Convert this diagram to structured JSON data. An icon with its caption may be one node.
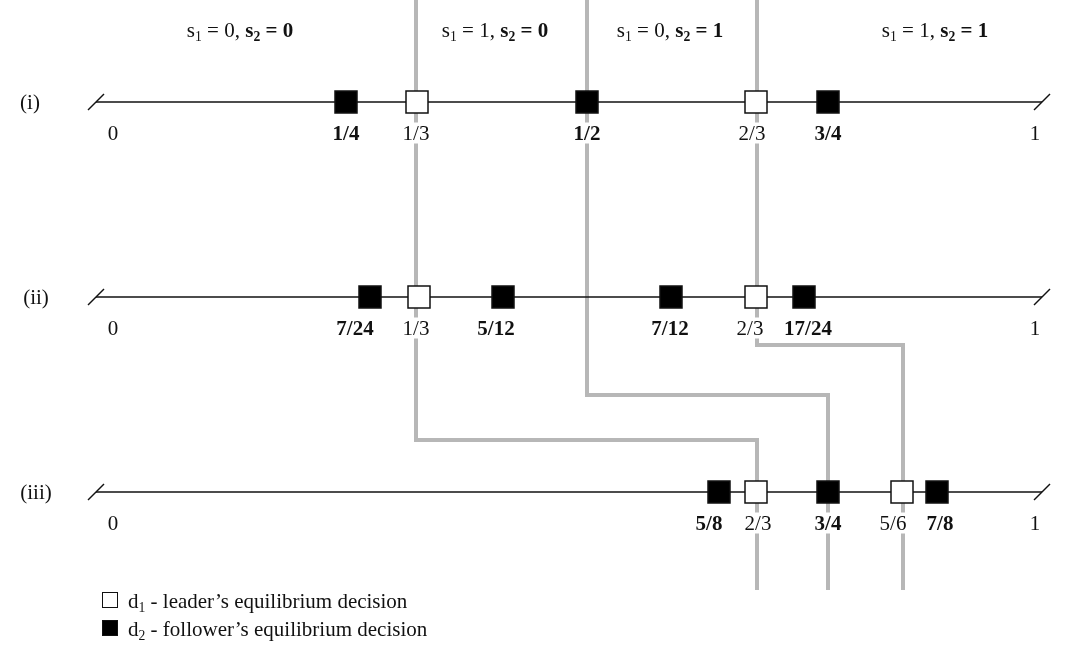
{
  "diagram": {
    "labels": [
      "s$_{1}$ = 0, **s$_{2}$ = 0**",
      "s$_{1}$ = 1, **s$_{2}$ = 0**",
      "s$_{1}$ = 0, **s$_{2}$ = 1**",
      "s$_{1}$ = 1, **s$_{2}$ = 1**",
      "(i)",
      "0",
      "1/4",
      "1/3",
      "1/2",
      "2/3",
      "3/4",
      "1",
      "(ii)",
      "0",
      "7/24",
      "1/3",
      "5/12",
      "7/12",
      "2/3",
      "17/24",
      "1",
      "(iii)",
      "0",
      "5/8",
      "2/3",
      "3/4",
      "5/6",
      "7/8",
      "1"
    ],
    "legend": [
      {
        "text": "d$_{1}$ - leader’s equilibrium decision",
        "color": "#ffffff"
      },
      {
        "text": "d$_{2}$ - follower’s equilibrium decision",
        "color": "#000000"
      }
    ]
  }
}
